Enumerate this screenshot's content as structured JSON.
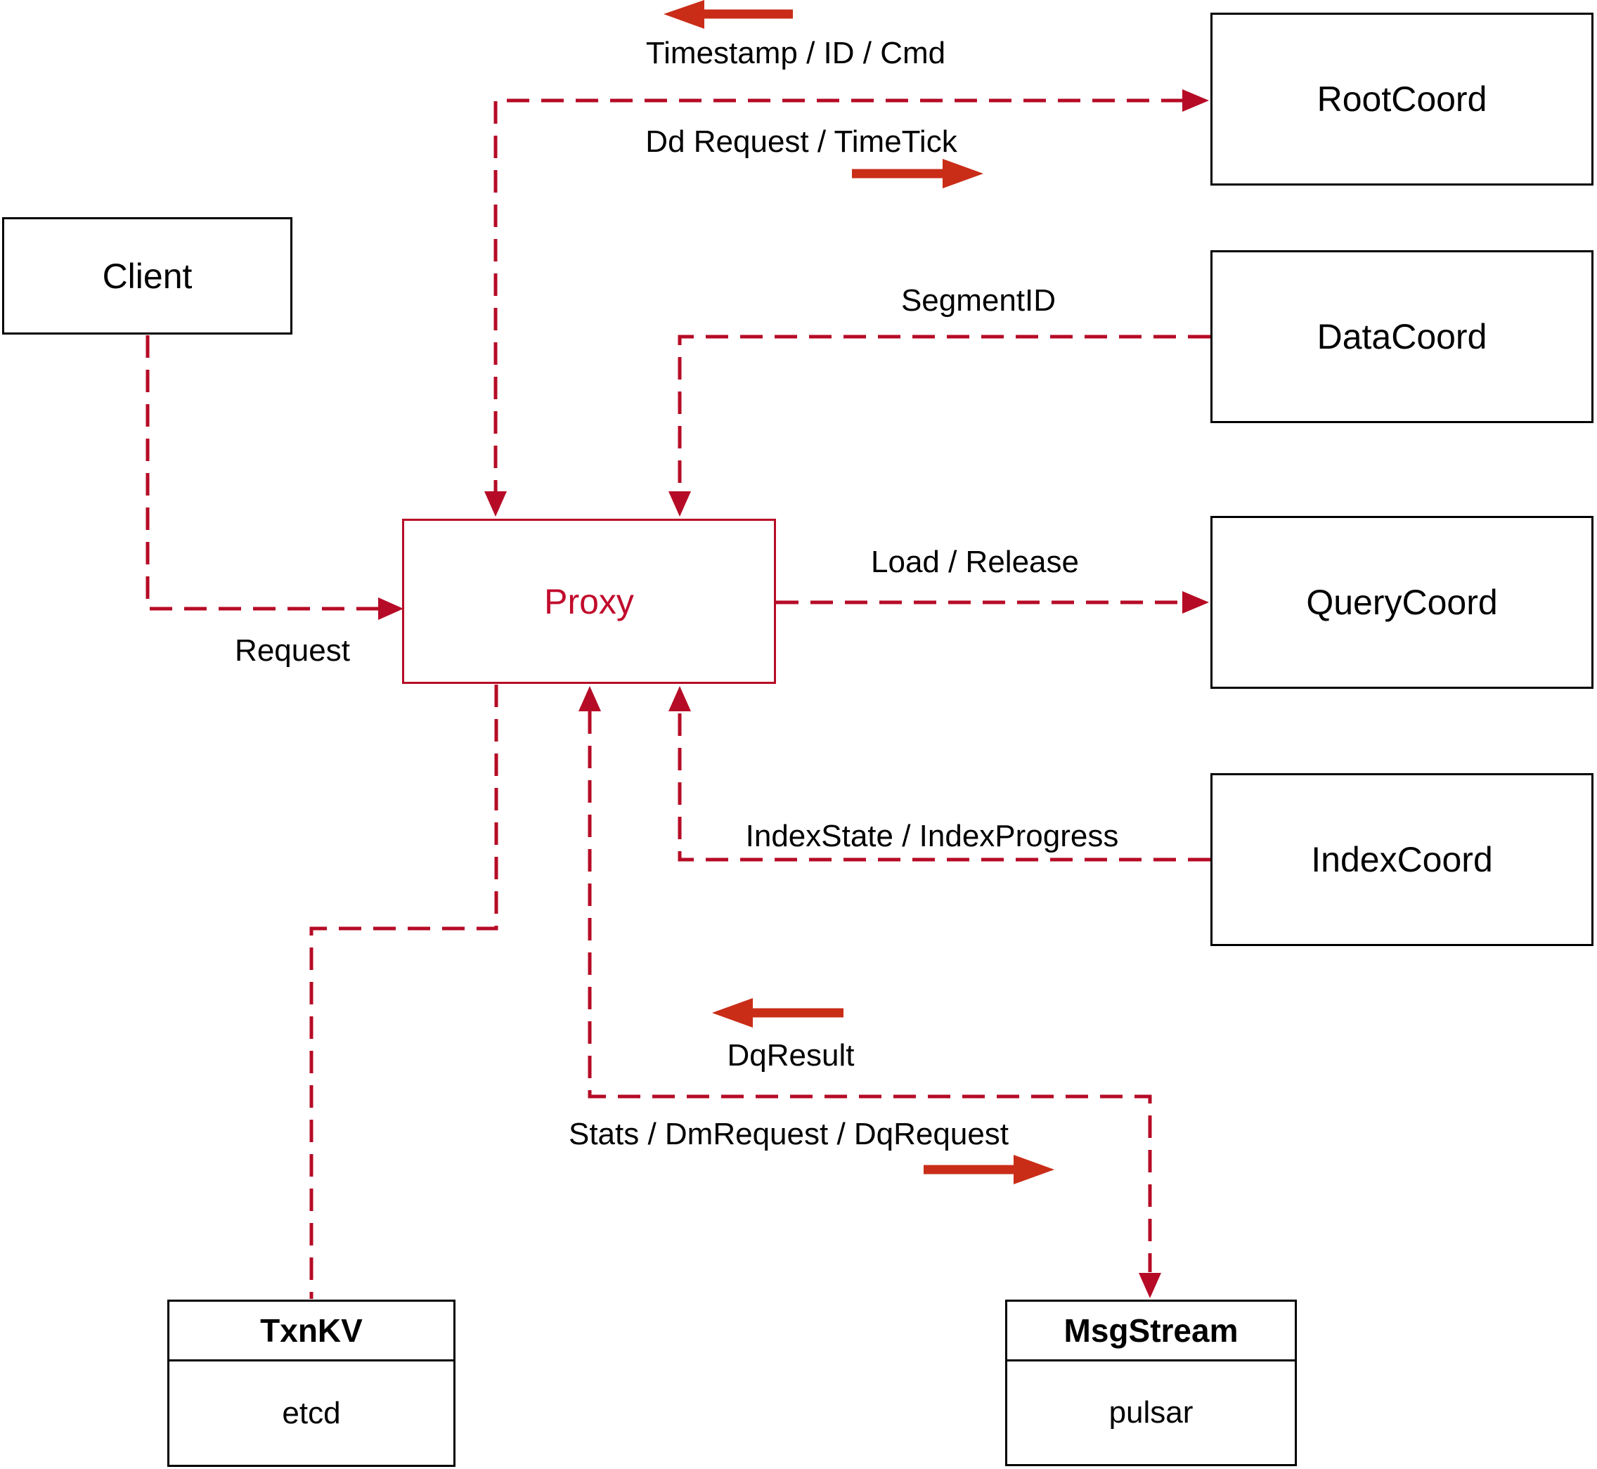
{
  "nodes": {
    "client": {
      "label": "Client"
    },
    "proxy": {
      "label": "Proxy"
    },
    "rootcoord": {
      "label": "RootCoord"
    },
    "datacoord": {
      "label": "DataCoord"
    },
    "querycoord": {
      "label": "QueryCoord"
    },
    "indexcoord": {
      "label": "IndexCoord"
    },
    "txnkv": {
      "title": "TxnKV",
      "impl": "etcd"
    },
    "msgstream": {
      "title": "MsgStream",
      "impl": "pulsar"
    }
  },
  "edges": {
    "client_proxy": {
      "label": "Request"
    },
    "proxy_rootcoord": {
      "label_return": "Timestamp / ID / Cmd",
      "label_send": "Dd Request / TimeTick"
    },
    "datacoord_proxy": {
      "label": "SegmentID"
    },
    "proxy_querycoord": {
      "label": "Load / Release"
    },
    "indexcoord_proxy": {
      "label": "IndexState / IndexProgress"
    },
    "proxy_msgstream": {
      "label_return": "DqResult",
      "label_send": "Stats / DmRequest / DqRequest"
    }
  },
  "colors": {
    "dashed_line": "#b60b26",
    "bold_arrow": "#c92d18",
    "proxy_accent": "#c10b2c",
    "box_border": "#000000",
    "text": "#000000",
    "background": "#ffffff"
  }
}
